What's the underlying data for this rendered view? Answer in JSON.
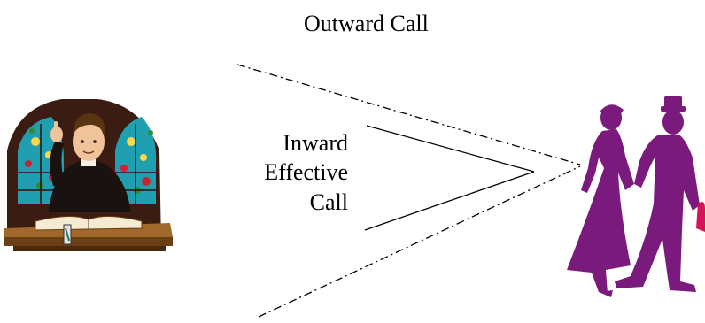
{
  "labels": {
    "outward_call": "Outward Call",
    "inward_line1": "Inward",
    "inward_line2": "Effective",
    "inward_line3": "Call"
  },
  "figures": {
    "left_image": "preacher-at-pulpit-clipart",
    "right_image": "walking-couple-silhouette"
  },
  "colors": {
    "silhouette": "#7a1a7d",
    "silhouette_accent": "#d4145a",
    "line": "#000000"
  }
}
